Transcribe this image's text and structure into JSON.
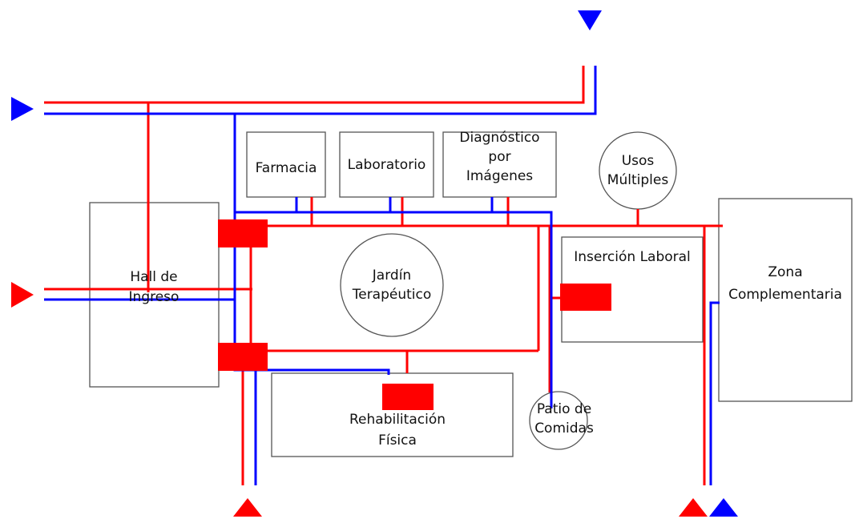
{
  "colors": {
    "red": "#ff0000",
    "blue": "#0000ff",
    "outline": "#555555",
    "text": "#111111",
    "background": "#ffffff"
  },
  "spaces": {
    "hall_ingreso": [
      "Hall de",
      "Ingreso"
    ],
    "farmacia": [
      "Farmacia"
    ],
    "laboratorio": [
      "Laboratorio"
    ],
    "diagnostico": [
      "Diagnóstico",
      "por",
      "Imágenes"
    ],
    "usos_multiples": [
      "Usos",
      "Múltiples"
    ],
    "jardin": [
      "Jardín",
      "Terapéutico"
    ],
    "insercion": [
      "Inserción Laboral"
    ],
    "zona_complementaria": [
      "Zona",
      "Complementaria"
    ],
    "rehabilitacion": [
      "Rehabilitación",
      "Física"
    ],
    "patio": [
      "Patio de",
      "Comidas"
    ]
  },
  "flow_legend": {
    "red_flow": "red",
    "blue_flow": "blue"
  }
}
